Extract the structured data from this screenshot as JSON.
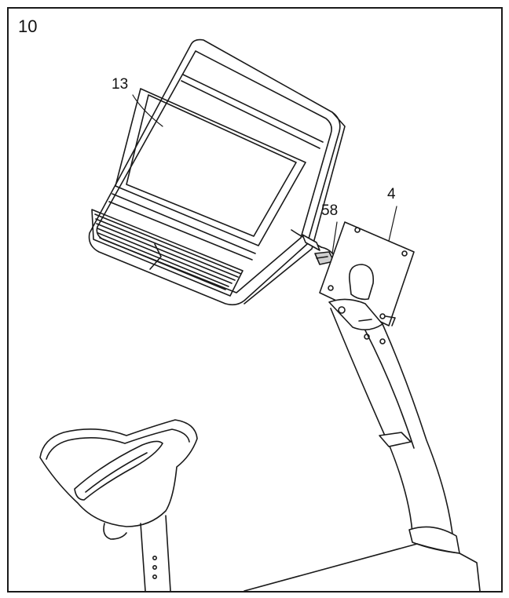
{
  "step": {
    "number": "10"
  },
  "callouts": {
    "console": "13",
    "wire_connector": "58",
    "console_bracket": "4"
  },
  "colors": {
    "line": "#1a1a1a",
    "shade": "#cfcfcf",
    "background": "#ffffff"
  }
}
